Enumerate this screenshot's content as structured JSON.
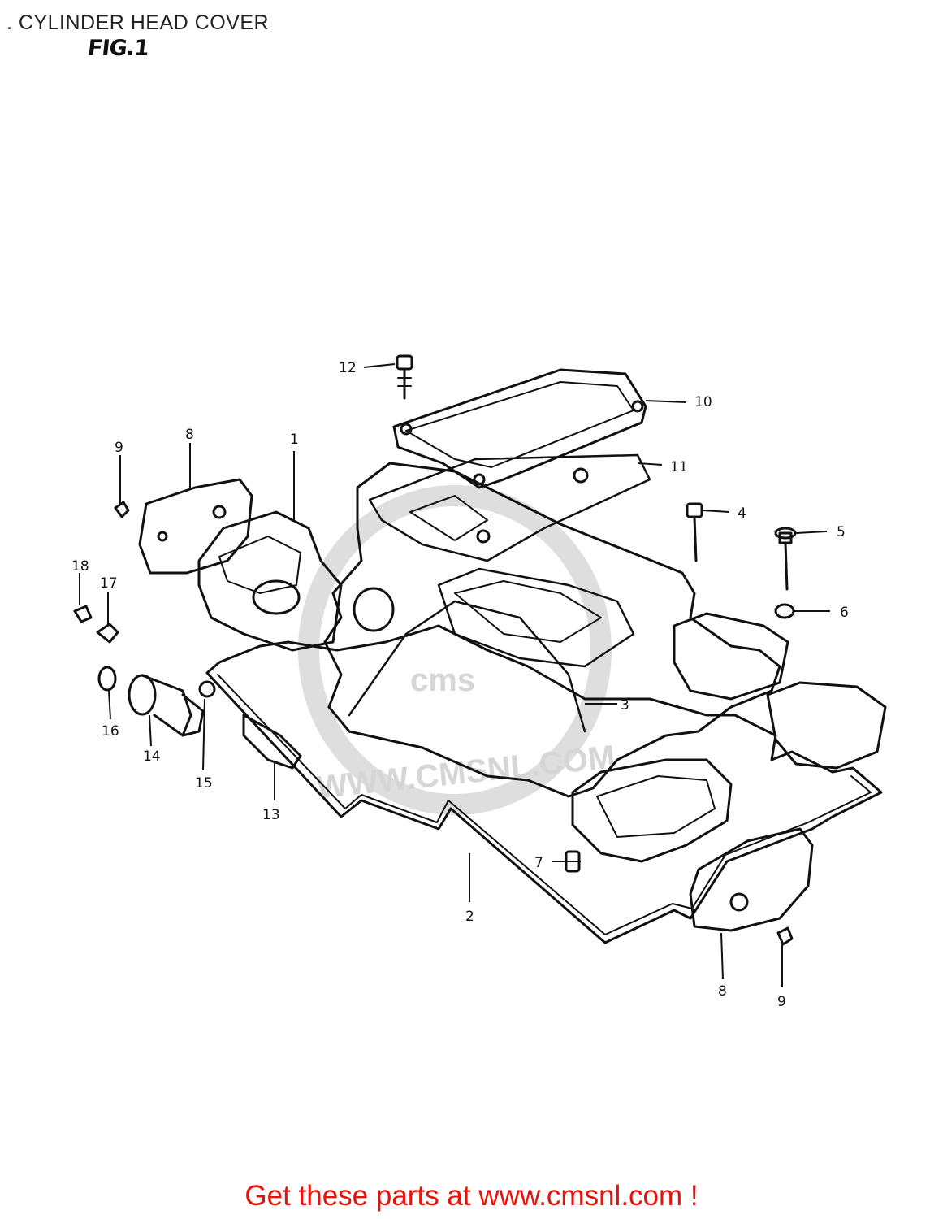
{
  "header": {
    "title": ". CYLINDER HEAD COVER",
    "figure": "FIG.1"
  },
  "callouts": [
    "1",
    "2",
    "3",
    "4",
    "5",
    "6",
    "7",
    "8",
    "9",
    "10",
    "11",
    "12",
    "13",
    "14",
    "15",
    "16",
    "17",
    "18"
  ],
  "watermark": {
    "logo_text": "cms",
    "url_text": "WWW.CMSNL.COM"
  },
  "footer": {
    "cta": "Get these parts at www.cmsnl.com !"
  },
  "colors": {
    "line": "#111111",
    "cta": "#e8120c",
    "watermark": "#d6d6d6"
  }
}
